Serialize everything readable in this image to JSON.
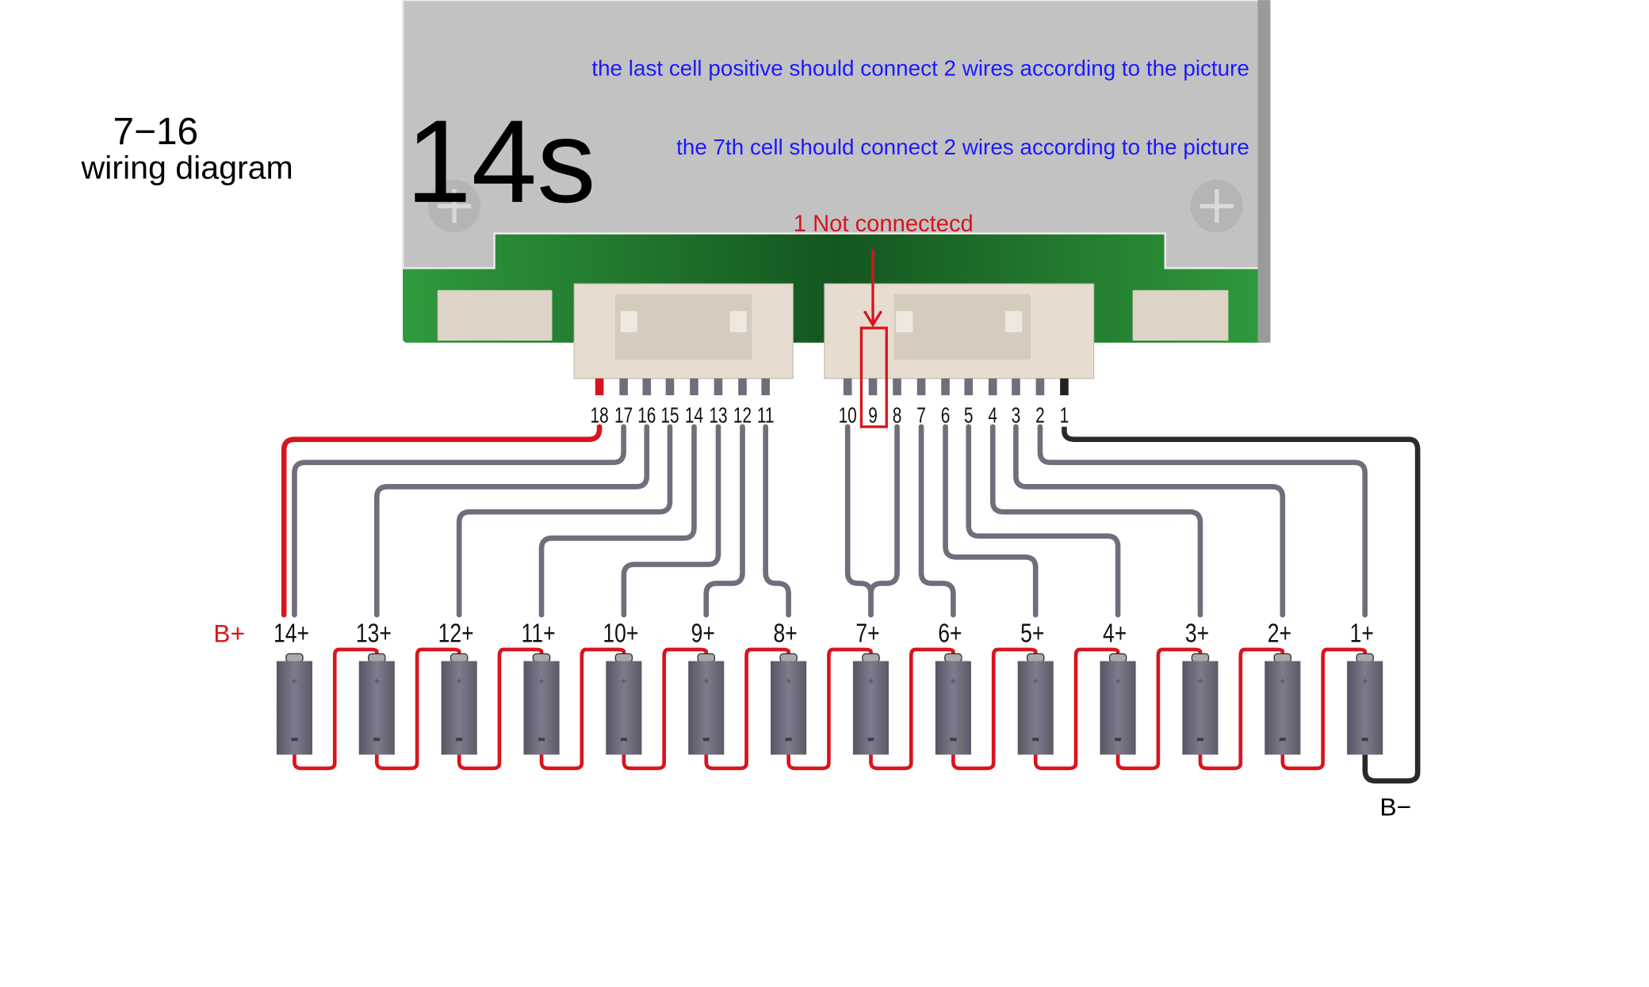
{
  "title": {
    "line1": "7−16",
    "line2": "wiring diagram"
  },
  "board": {
    "model": "14s",
    "note_1": "the last cell positive should connect 2 wires according to the picture",
    "note_2": "the 7th cell should connect 2 wires according to the picture",
    "not_connected_label": "1 Not connectecd"
  },
  "pins_left": [
    "18",
    "17",
    "16",
    "15",
    "14",
    "13",
    "12",
    "11"
  ],
  "pins_right": [
    "10",
    "9",
    "8",
    "7",
    "6",
    "5",
    "4",
    "3",
    "2",
    "1"
  ],
  "highlighted_pin": "9",
  "cells": [
    "14+",
    "13+",
    "12+",
    "11+",
    "10+",
    "9+",
    "8+",
    "7+",
    "6+",
    "5+",
    "4+",
    "3+",
    "2+",
    "1+"
  ],
  "terminals": {
    "positive": "B+",
    "negative": "B−"
  },
  "colors": {
    "text_blue": "#1a1aff",
    "red": "#d8141c",
    "wire_gray": "#6e6e7c",
    "board_green": "#1f7a2e",
    "board_gray": "#c0c0c0"
  }
}
